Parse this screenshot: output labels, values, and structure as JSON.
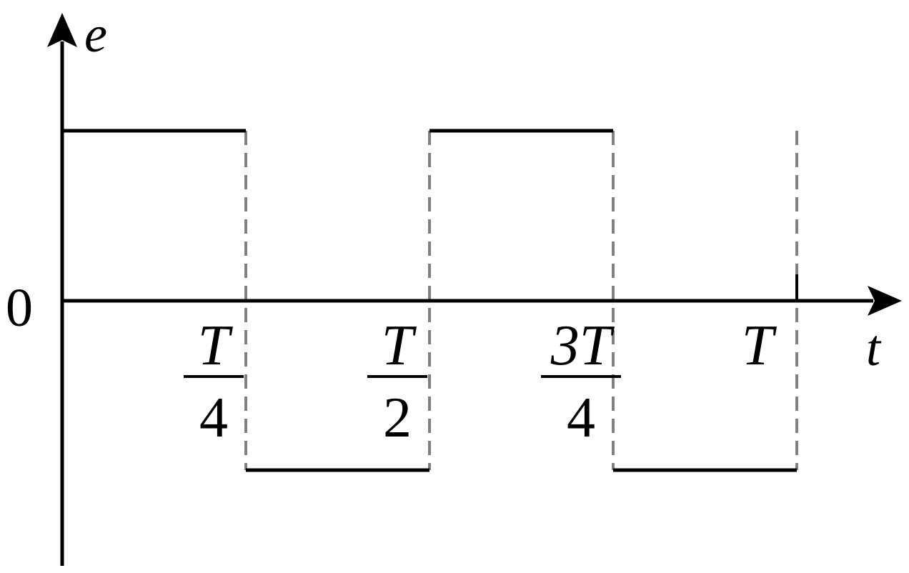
{
  "chart_data": {
    "type": "line",
    "title": "",
    "xlabel": "t",
    "ylabel": "e",
    "origin_label": "0",
    "xlim": [
      0,
      1
    ],
    "ylim": [
      -1,
      1
    ],
    "grid": false,
    "x_ticks": [
      {
        "value": 0.25,
        "numerator": "T",
        "denominator": "4"
      },
      {
        "value": 0.5,
        "numerator": "T",
        "denominator": "2"
      },
      {
        "value": 0.75,
        "numerator": "3T",
        "denominator": "4"
      },
      {
        "value": 1.0,
        "label": "T"
      }
    ],
    "series": [
      {
        "segments": [
          {
            "x": [
              0,
              0.25
            ],
            "y": 1
          },
          {
            "x": [
              0.25,
              0.5
            ],
            "y": -1
          },
          {
            "x": [
              0.5,
              0.75
            ],
            "y": 1
          },
          {
            "x": [
              0.75,
              1.0
            ],
            "y": -1
          }
        ]
      }
    ],
    "dashed_guides_x": [
      0.25,
      0.5,
      0.75,
      1.0
    ],
    "colors": {
      "axis": "#000000",
      "series": "#000000",
      "guide": "#808080"
    }
  }
}
